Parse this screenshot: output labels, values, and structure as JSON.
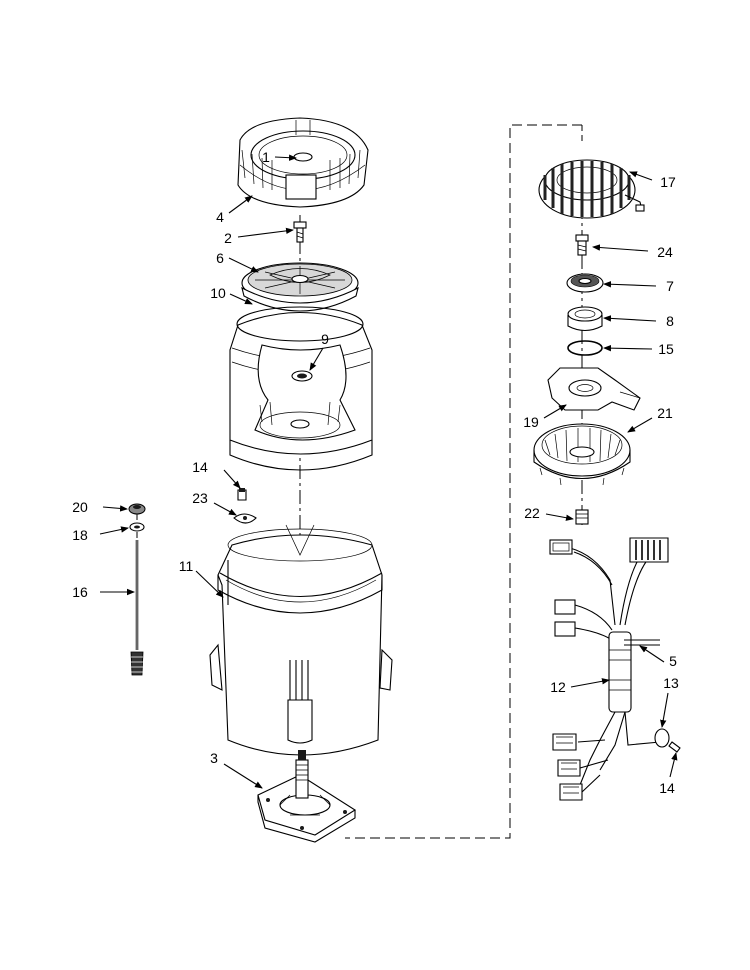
{
  "callouts": [
    {
      "id": "c1",
      "text": "1"
    },
    {
      "id": "c4",
      "text": "4"
    },
    {
      "id": "c2",
      "text": "2"
    },
    {
      "id": "c6",
      "text": "6"
    },
    {
      "id": "c10",
      "text": "10"
    },
    {
      "id": "c9",
      "text": "9"
    },
    {
      "id": "c14a",
      "text": "14"
    },
    {
      "id": "c23",
      "text": "23"
    },
    {
      "id": "c20",
      "text": "20"
    },
    {
      "id": "c18",
      "text": "18"
    },
    {
      "id": "c16",
      "text": "16"
    },
    {
      "id": "c11",
      "text": "11"
    },
    {
      "id": "c3",
      "text": "3"
    },
    {
      "id": "c17",
      "text": "17"
    },
    {
      "id": "c24",
      "text": "24"
    },
    {
      "id": "c7",
      "text": "7"
    },
    {
      "id": "c8",
      "text": "8"
    },
    {
      "id": "c15",
      "text": "15"
    },
    {
      "id": "c19",
      "text": "19"
    },
    {
      "id": "c21",
      "text": "21"
    },
    {
      "id": "c22",
      "text": "22"
    },
    {
      "id": "c5",
      "text": "5"
    },
    {
      "id": "c12",
      "text": "12"
    },
    {
      "id": "c13",
      "text": "13"
    },
    {
      "id": "c14b",
      "text": "14"
    }
  ]
}
